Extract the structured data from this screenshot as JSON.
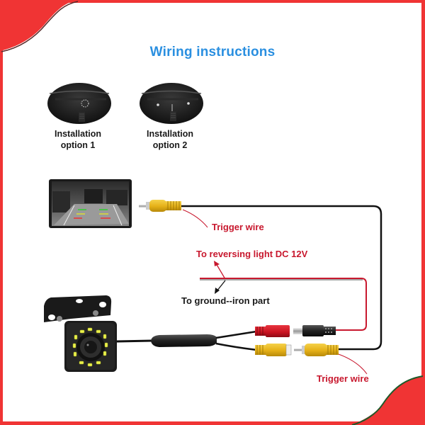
{
  "title": "Wiring instructions",
  "installation_options": [
    {
      "line1": "Installation",
      "line2": "option 1"
    },
    {
      "line1": "Installation",
      "line2": "option 2"
    }
  ],
  "labels": {
    "trigger_wire_top": "Trigger wire",
    "reversing_light": "To reversing light DC 12V",
    "ground": "To ground--iron part",
    "trigger_wire_bottom": "Trigger wire"
  },
  "colors": {
    "frame_red": "#f03434",
    "title_blue": "#2a8fe0",
    "label_red": "#c8182e",
    "rca_yellow": "#e8b81c",
    "rca_red": "#d0131f",
    "led_yellow": "#e9f04a",
    "corner_accent_green": "#1d5a2a"
  },
  "components": {
    "monitor": "rear-view-monitor",
    "camera": "backup-camera-12-led",
    "power_connector": "dc-barrel-connector",
    "video_connector": "rca-yellow-connector"
  }
}
